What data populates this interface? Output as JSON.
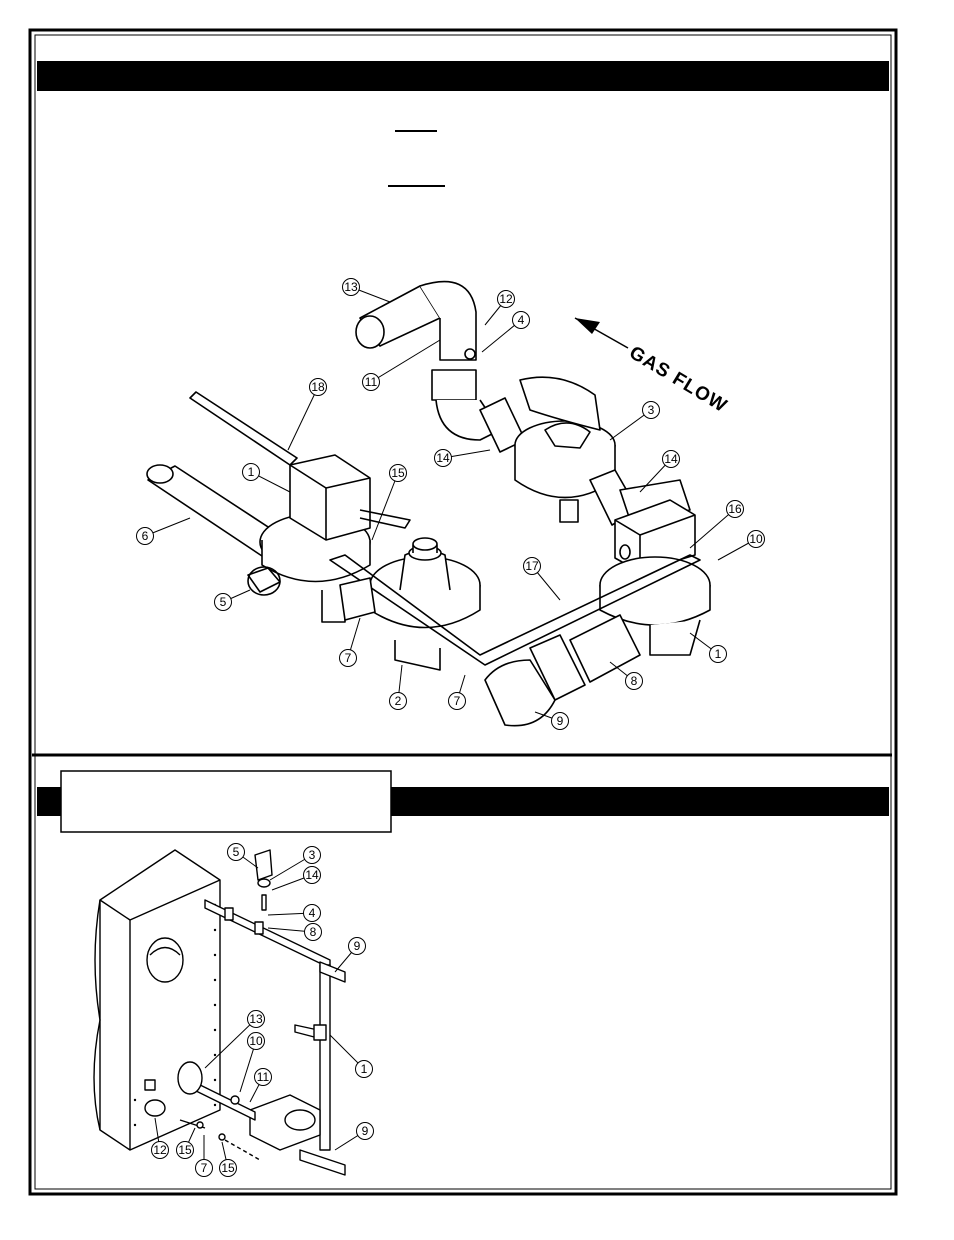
{
  "diagram_top": {
    "flow_label": "GAS FLOW",
    "callouts": [
      {
        "id": "13",
        "label": "13"
      },
      {
        "id": "12",
        "label": "12"
      },
      {
        "id": "4",
        "label": "4"
      },
      {
        "id": "11",
        "label": "11"
      },
      {
        "id": "18",
        "label": "18"
      },
      {
        "id": "3",
        "label": "3"
      },
      {
        "id": "14a",
        "label": "14"
      },
      {
        "id": "14b",
        "label": "14"
      },
      {
        "id": "1a",
        "label": "1"
      },
      {
        "id": "15",
        "label": "15"
      },
      {
        "id": "6",
        "label": "6"
      },
      {
        "id": "16",
        "label": "16"
      },
      {
        "id": "10",
        "label": "10"
      },
      {
        "id": "17",
        "label": "17"
      },
      {
        "id": "5",
        "label": "5"
      },
      {
        "id": "1b",
        "label": "1"
      },
      {
        "id": "7a",
        "label": "7"
      },
      {
        "id": "8",
        "label": "8"
      },
      {
        "id": "2",
        "label": "2"
      },
      {
        "id": "7b",
        "label": "7"
      },
      {
        "id": "9",
        "label": "9"
      }
    ]
  },
  "diagram_bottom": {
    "callouts": [
      {
        "id": "5",
        "label": "5"
      },
      {
        "id": "3",
        "label": "3"
      },
      {
        "id": "14",
        "label": "14"
      },
      {
        "id": "4",
        "label": "4"
      },
      {
        "id": "8",
        "label": "8"
      },
      {
        "id": "9a",
        "label": "9"
      },
      {
        "id": "1",
        "label": "1"
      },
      {
        "id": "13",
        "label": "13"
      },
      {
        "id": "10",
        "label": "10"
      },
      {
        "id": "11",
        "label": "11"
      },
      {
        "id": "9b",
        "label": "9"
      },
      {
        "id": "12",
        "label": "12"
      },
      {
        "id": "15a",
        "label": "15"
      },
      {
        "id": "7",
        "label": "7"
      },
      {
        "id": "15b",
        "label": "15"
      }
    ]
  }
}
